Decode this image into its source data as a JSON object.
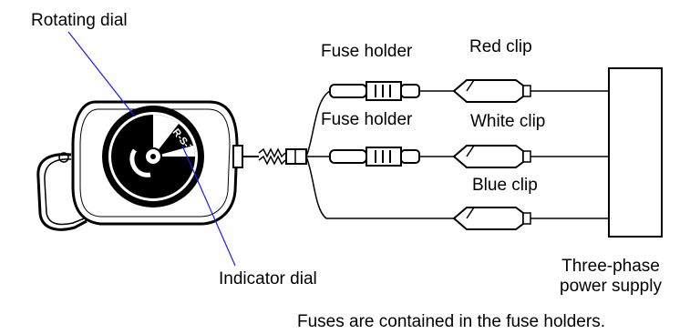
{
  "labels": {
    "rotating_dial": "Rotating dial",
    "indicator_dial": "Indicator dial",
    "fuse_holder_1": "Fuse holder",
    "fuse_holder_2": "Fuse holder",
    "red_clip": "Red clip",
    "white_clip": "White clip",
    "blue_clip": "Blue clip",
    "power_supply": "Three-phase\npower supply",
    "footnote": "Fuses are contained in the fuse holders."
  },
  "dial_marking": "R-S-T",
  "colors": {
    "line": "#000000",
    "leader": "#1a1aff",
    "fill": "#ffffff"
  }
}
